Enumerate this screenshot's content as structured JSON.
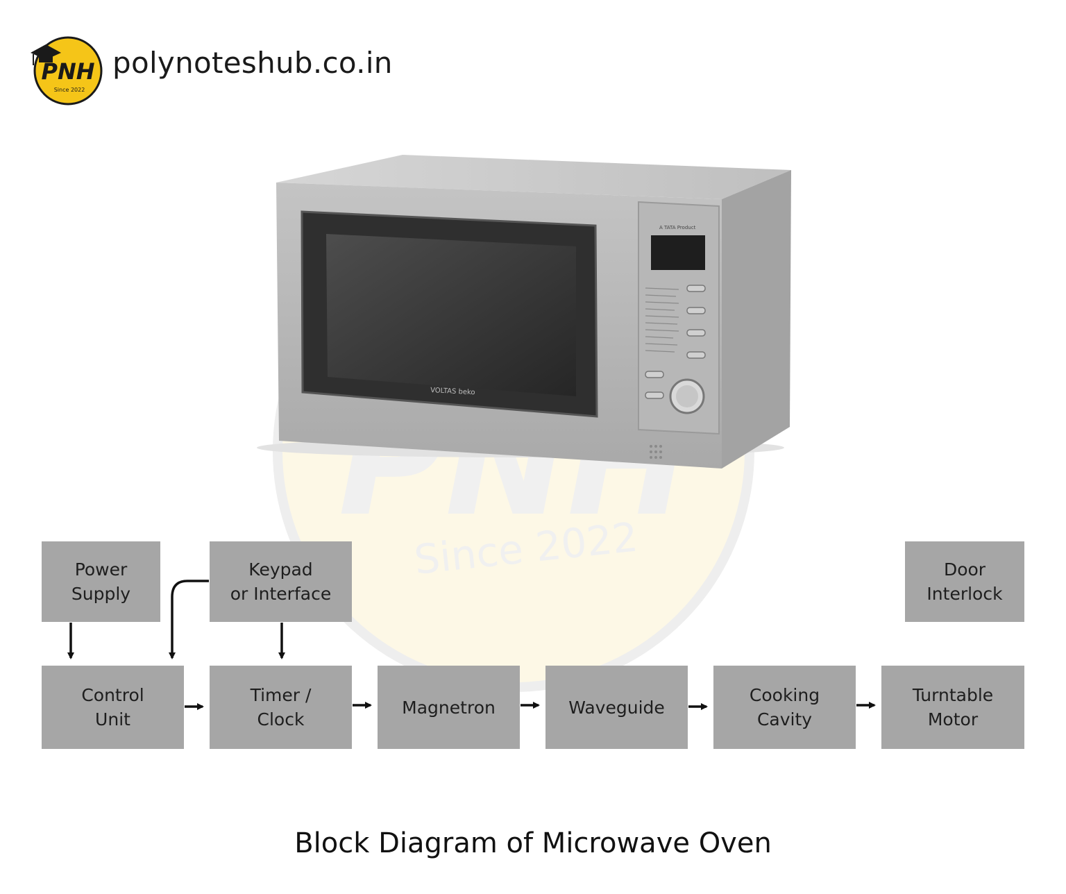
{
  "header": {
    "logo_text": "PNH",
    "logo_since": "Since 2022",
    "site_url": "polynotes​hub.co.in"
  },
  "oven_image": {
    "brand_panel_text": "A TATA Product",
    "door_brand_text": "VOLTAS beko"
  },
  "watermark": {
    "text": "PNH",
    "since": "Since 2022"
  },
  "diagram": {
    "blocks": {
      "power_supply": "Power\nSupply",
      "keypad": "Keypad\nor Interface",
      "door_interlock": "Door\nInterlock",
      "control_unit": "Control\nUnit",
      "timer_clock": "Timer /\nClock",
      "magnetron": "Magnetron",
      "waveguide": "Waveguide",
      "cooking_cavity": "Cooking\nCavity",
      "turntable_motor": "Turntable\nMotor"
    },
    "caption": "Block Diagram of Microwave Oven"
  },
  "colors": {
    "block_fill": "#a6a6a6",
    "logo_yellow": "#f5c518",
    "arrow": "#111111"
  }
}
